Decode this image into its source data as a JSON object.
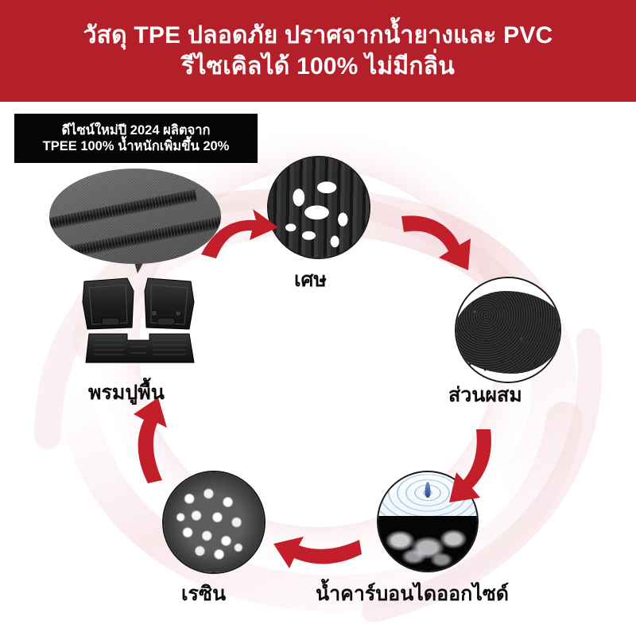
{
  "banner": {
    "line1": "วัสดุ TPE ปลอดภัย ปราศจากน้ำยางและ PVC",
    "line2": "รีไซเคิลได้ 100% ไม่มีกลิ่น",
    "background_color": "#b4202a",
    "text_color": "#ffffff"
  },
  "note_box": {
    "line1": "ดีไซน์ใหม่ปี 2024 ผลิตจาก",
    "line2": "TPEE 100% น้ำหนักเพิ่มขึ้น 20%",
    "background_color": "#060606",
    "text_color": "#ffffff"
  },
  "callout": {
    "name": "mat-texture-closeup",
    "description": "ellipse magnifier showing ribbed TPE mat surface"
  },
  "cycle": {
    "arrow_color": "#c21f2b",
    "nodes": [
      {
        "id": "mat",
        "label": "พรมปูพื้น",
        "image": "car-floor-mat-set"
      },
      {
        "id": "scrap",
        "label": "เศษ",
        "image": "scrap-material"
      },
      {
        "id": "mix",
        "label": "ส่วนผสม",
        "image": "black-granules"
      },
      {
        "id": "co2",
        "label": "น้ำคาร์บอนไดออกไซด์",
        "image": "water-and-co2"
      },
      {
        "id": "resin",
        "label": "เรซิน",
        "image": "resin-pellets"
      }
    ]
  },
  "background": {
    "page_color": "#ffffff",
    "swirl_color": "#f0cdd2"
  }
}
